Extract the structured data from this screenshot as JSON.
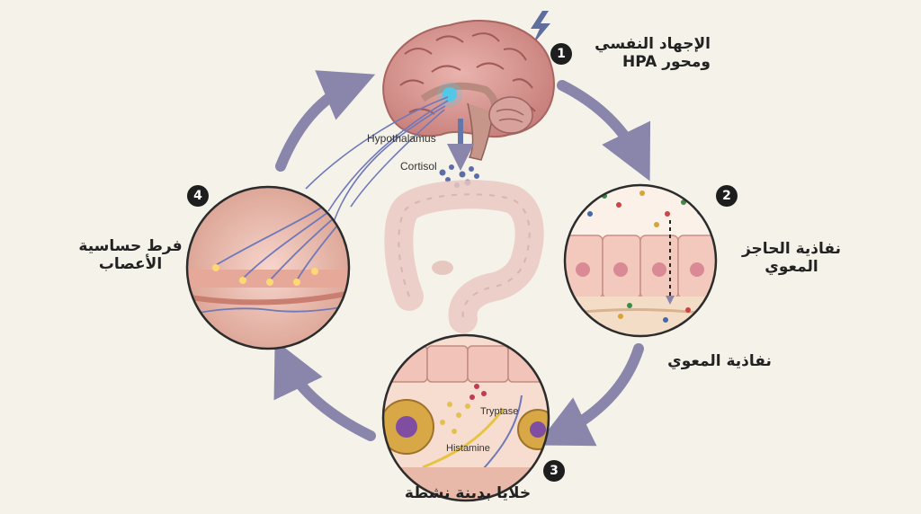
{
  "steps": [
    {
      "number": "1",
      "label_line1": "الإجهاد النفسي",
      "label_line2": "ومحور HPA"
    },
    {
      "number": "2",
      "label_line1": "نفاذية الحاجز",
      "label_line2": "المعوي"
    },
    {
      "number": "3",
      "label_line1": "خلايا بدينة نشطة"
    },
    {
      "number": "4",
      "label_line1": "فرط حساسية",
      "label_line2": "الأعصاب"
    }
  ],
  "extra_label": "نفاذية المعوي",
  "annotations": {
    "hypothalamus": "Hypothalamus",
    "cortisol": "Cortisol",
    "tryptase": "Tryptase",
    "histamine": "Histamine"
  },
  "colors": {
    "arrow": "#8a86ab",
    "tissue": "#e9b9ad",
    "nerve": "#6f78b8",
    "brain": "#d99a96"
  }
}
